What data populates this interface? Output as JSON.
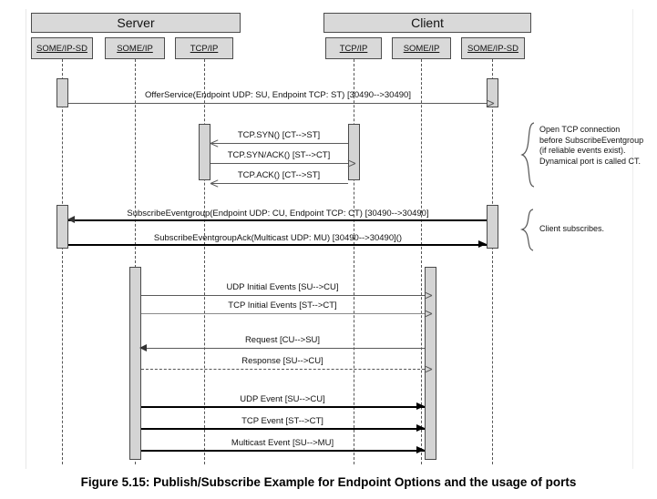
{
  "figure": {
    "caption": "Figure 5.15: Publish/Subscribe Example for Endpoint Options and the usage of ports"
  },
  "groups": [
    {
      "name": "server-group",
      "label": "Server"
    },
    {
      "name": "client-group",
      "label": "Client"
    }
  ],
  "lifelines": [
    {
      "name": "server-someip-sd",
      "label": "SOME/IP-SD"
    },
    {
      "name": "server-someip",
      "label": "SOME/IP"
    },
    {
      "name": "server-tcpip",
      "label": "TCP/IP"
    },
    {
      "name": "client-tcpip",
      "label": "TCP/IP"
    },
    {
      "name": "client-someip",
      "label": "SOME/IP"
    },
    {
      "name": "client-someip-sd",
      "label": "SOME/IP-SD"
    }
  ],
  "messages": [
    {
      "name": "offer-service",
      "label": "OfferService(Endpoint UDP: SU, Endpoint TCP: ST) [30490-->30490]"
    },
    {
      "name": "tcp-syn",
      "label": "TCP.SYN() [CT-->ST]"
    },
    {
      "name": "tcp-syn-ack",
      "label": "TCP.SYN/ACK() [ST-->CT]"
    },
    {
      "name": "tcp-ack",
      "label": "TCP.ACK() [CT-->ST]"
    },
    {
      "name": "subscribe-eventgroup",
      "label": "SubscribeEventgroup(Endpoint UDP: CU, Endpoint TCP: CT) [30490-->30490]"
    },
    {
      "name": "subscribe-eventgroup-ack",
      "label": "SubscribeEventgroupAck(Multicast UDP: MU) [30490-->30490]()"
    },
    {
      "name": "udp-initial-events",
      "label": "UDP Initial Events [SU-->CU]"
    },
    {
      "name": "tcp-initial-events",
      "label": "TCP Initial Events [ST-->CT]"
    },
    {
      "name": "request",
      "label": "Request [CU-->SU]"
    },
    {
      "name": "response",
      "label": "Response [SU-->CU]"
    },
    {
      "name": "udp-event",
      "label": "UDP Event [SU-->CU]"
    },
    {
      "name": "tcp-event",
      "label": "TCP Event [ST-->CT]"
    },
    {
      "name": "multicast-event",
      "label": "Multicast Event [SU-->MU]"
    }
  ],
  "notes": [
    {
      "name": "note-tcp-connection",
      "lines": [
        "Open TCP connection",
        "before SubscribeEventgroup",
        "(if reliable events exist).",
        "Dynamical port is called CT."
      ]
    },
    {
      "name": "note-client-subscribes",
      "lines": [
        "Client subscribes."
      ]
    }
  ],
  "colors": {
    "box_fill": "#d9d9d9",
    "box_border": "#4d4d4d",
    "activation_fill": "#d4d4d4",
    "line": "#5a5a5a",
    "text": "#111111"
  }
}
